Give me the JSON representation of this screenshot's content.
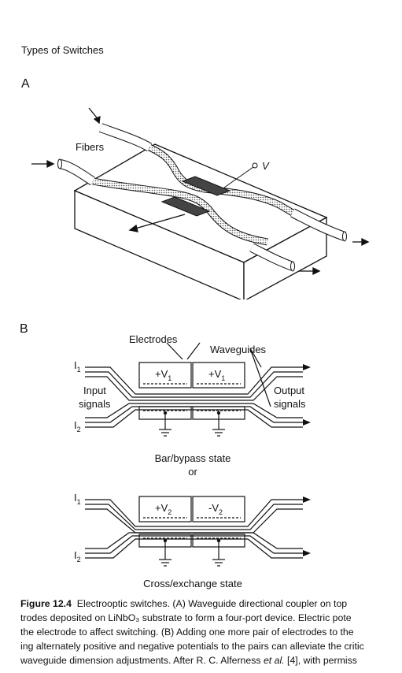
{
  "page": {
    "section_title": "Types of Switches",
    "panel_a_label": "A",
    "panel_b_label": "B"
  },
  "figure_a": {
    "fibers_label": "Fibers",
    "voltage_label": "V"
  },
  "figure_b": {
    "electrodes_label": "Electrodes",
    "waveguides_label": "Waveguides",
    "input_label_1": "Input",
    "input_label_2": "signals",
    "output_label_1": "Output",
    "output_label_2": "signals",
    "port_i1": "I",
    "port_i1_sub": "1",
    "port_i2": "I",
    "port_i2_sub": "2",
    "bar_v_left": "+V",
    "bar_v_left_sub": "1",
    "bar_v_right": "+V",
    "bar_v_right_sub": "1",
    "cross_v_left": "+V",
    "cross_v_left_sub": "2",
    "cross_v_right": "-V",
    "cross_v_right_sub": "2",
    "bar_state": "Bar/bypass state",
    "or": "or",
    "cross_state": "Cross/exchange state"
  },
  "caption": {
    "figure_number": "Figure 12.4",
    "line1": "Electrooptic switches. (A) Waveguide directional coupler on top",
    "line2": "trodes deposited on LiNbO₃ substrate to form a four-port device. Electric pote",
    "line3": "the electrode to affect switching. (B) Adding one more pair of electrodes to the",
    "line4": "ing alternately positive and negative potentials to the pairs can alleviate the critic",
    "line5a": "waveguide dimension adjustments. After R. C. Alferness ",
    "line5b": "et al.",
    "line5c": " [4], with permiss"
  }
}
